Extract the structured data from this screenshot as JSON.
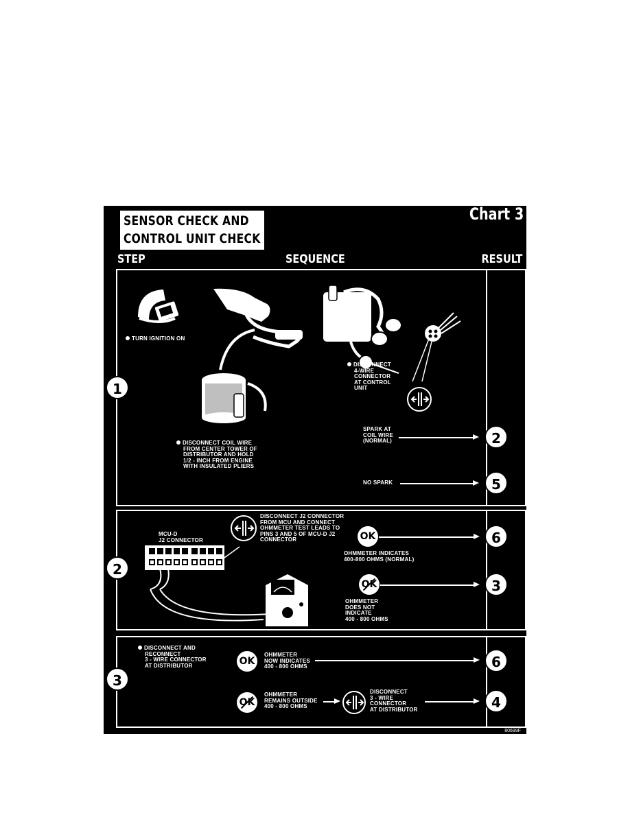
{
  "title_lines": [
    "SENSOR CHECK AND",
    "CONTROL UNIT CHECK"
  ],
  "chart_label": "Chart 3",
  "headers": {
    "step": "STEP",
    "sequence": "SEQUENCE",
    "result": "RESULT"
  },
  "steps": {
    "s1": {
      "number": "1",
      "turn_ignition": "TURN IGNITION ON",
      "disconnect_coil": [
        "DISCONNECT COIL WIRE",
        "FROM CENTER TOWER OF",
        "DISTRIBUTOR AND HOLD",
        "1/2 - INCH FROM ENGINE",
        "WITH INSULATED PLIERS"
      ],
      "disconnect_4wire": [
        "DISCONNECT",
        "4-WIRE",
        "CONNECTOR",
        "AT CONTROL",
        "UNIT"
      ],
      "spark": [
        "SPARK AT",
        "COIL WIRE",
        "(NORMAL)"
      ],
      "spark_result": "2",
      "no_spark": "NO SPARK",
      "no_spark_result": "5"
    },
    "s2": {
      "number": "2",
      "mcu_label": [
        "MCU-D",
        "J2 CONNECTOR"
      ],
      "instruction": [
        "DISCONNECT J2 CONNECTOR",
        "FROM MCU AND CONNECT",
        "OHMMETER TEST LEADS TO",
        "PINS 3 AND 5 OF MCU-D J2",
        "CONNECTOR"
      ],
      "ok_text": [
        "OHMMETER INDICATES",
        "400-800 OHMS (NORMAL)"
      ],
      "ok_result": "6",
      "notok_text": [
        "OHMMETER",
        "DOES NOT",
        "INDICATE",
        "400 - 800 OHMS"
      ],
      "notok_result": "3"
    },
    "s3": {
      "number": "3",
      "instruction": [
        "DISCONNECT AND",
        "RECONNECT",
        "3 - WIRE CONNECTOR",
        "AT DISTRIBUTOR"
      ],
      "ok_text": [
        "OHMMETER",
        "NOW INDICATES",
        "400 - 800 OHMS"
      ],
      "ok_result": "6",
      "notok_text": [
        "OHMMETER",
        "REMAINS OUTSIDE",
        "400 - 800 OHMS"
      ],
      "disconnect_text": [
        "DISCONNECT",
        "3 - WIRE",
        "CONNECTOR",
        "AT DISTRIBUTOR"
      ],
      "notok_result": "4"
    }
  },
  "ok_symbol": "OK",
  "figure_code": "80699F"
}
